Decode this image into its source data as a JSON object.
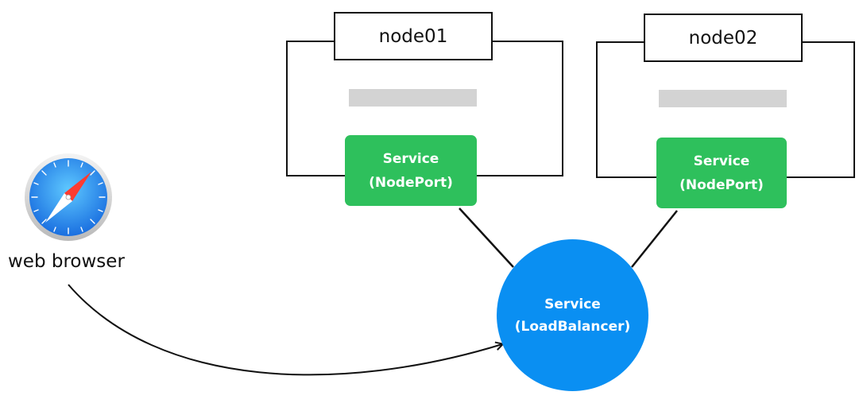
{
  "client": {
    "icon": "safari-compass-icon",
    "label": "web browser"
  },
  "nodes": [
    {
      "name": "node01",
      "service": {
        "line1": "Service",
        "line2": "(NodePort)"
      }
    },
    {
      "name": "node02",
      "service": {
        "line1": "Service",
        "line2": "(NodePort)"
      }
    }
  ],
  "load_balancer": {
    "line1": "Service",
    "line2": "(LoadBalancer)"
  },
  "colors": {
    "nodeport_service": "#2ec05c",
    "load_balancer": "#0a8ff2",
    "placeholder_bar": "#d3d3d3",
    "outline": "#111111"
  }
}
